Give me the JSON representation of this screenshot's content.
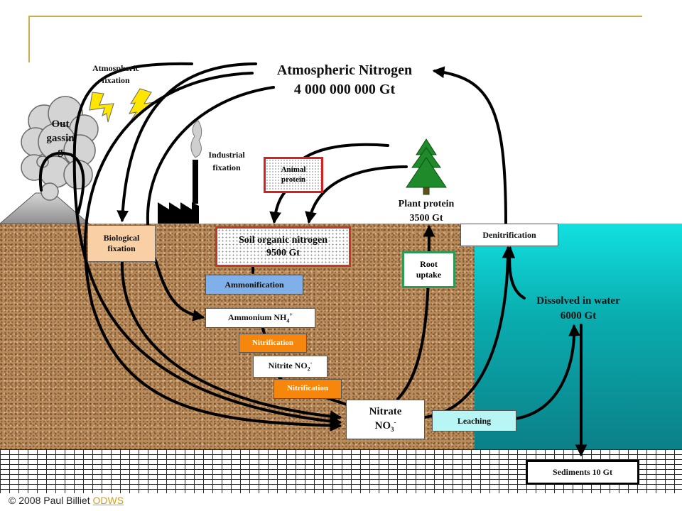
{
  "title": {
    "line1": "Atmospheric Nitrogen",
    "line2": "4 000 000 000 Gt"
  },
  "labels": {
    "atmospheric_fixation": [
      "Atmospheric",
      "fixation"
    ],
    "outgassing": [
      "Out",
      "gassin",
      "g"
    ],
    "industrial_fixation": [
      "Industrial",
      "fixation"
    ],
    "plant_protein": [
      "Plant protein",
      "3500 Gt"
    ],
    "dissolved_in_water": [
      "Dissolved in water",
      "6000 Gt"
    ]
  },
  "boxes": {
    "animal_protein": [
      "Animal",
      "protein"
    ],
    "biological_fixation": [
      "Biological",
      "fixation"
    ],
    "soil_organic_nitrogen": [
      "Soil organic nitrogen",
      "9500 Gt"
    ],
    "ammonification": "Ammonification",
    "ammonium_name": "Ammonium NH",
    "ammonium_sub": "4",
    "ammonium_sup": "+",
    "nitrification_1": "Nitrification",
    "nitrite_name": "Nitrite NO",
    "nitrite_sub": "2",
    "nitrite_sup": "-",
    "nitrification_2": "Nitrification",
    "nitrate_name": "Nitrate",
    "nitrate_formula": "NO",
    "nitrate_sub": "3",
    "nitrate_sup": "-",
    "root_uptake": [
      "Root",
      "uptake"
    ],
    "denitrification": "Denitrification",
    "leaching": "Leaching",
    "sediments": "Sediments 10 Gt"
  },
  "credit": {
    "text": "© 2008 Paul Billiet ",
    "link": "ODWS"
  },
  "colors": {
    "soil": "#b98a5a",
    "water": "#12c8c8",
    "orange_box": "#f7860d",
    "blue_box": "#7fb0ea",
    "peach_box": "#f9cfa6",
    "cyan_box": "#b8f6f6",
    "red_border": "#d72020",
    "green_border": "#2f9a55",
    "lightning": "#ffe600",
    "tree": "#1f8a2a",
    "accent_line": "#c7b04a"
  }
}
